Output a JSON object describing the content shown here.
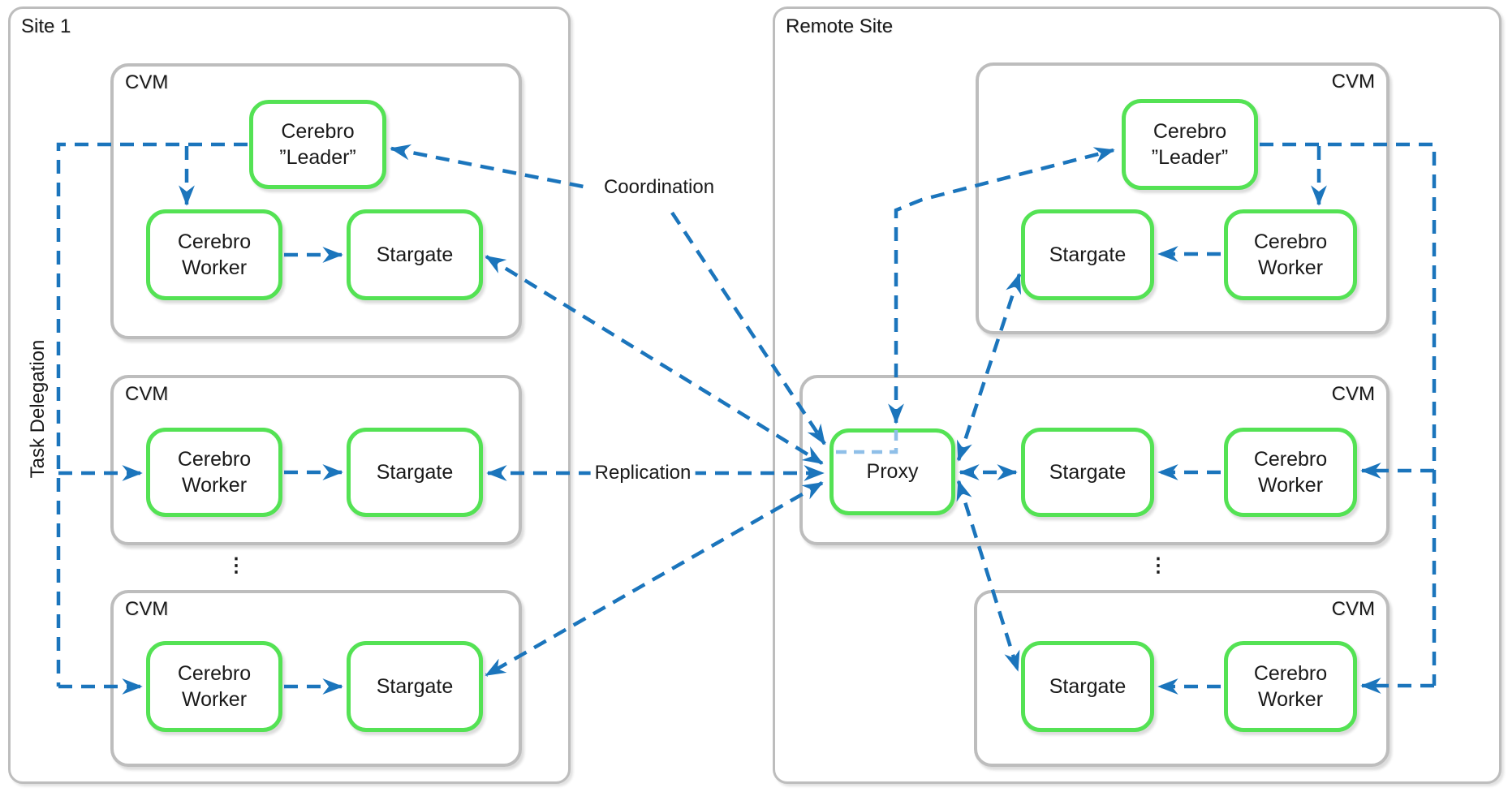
{
  "diagram": {
    "site1": {
      "label": "Site 1"
    },
    "remote_site": {
      "label": "Remote Site"
    },
    "cvm_label": "CVM",
    "components": {
      "cerebro_leader": "Cerebro\n”Leader”",
      "cerebro_worker": "Cerebro\nWorker",
      "stargate": "Stargate",
      "proxy": "Proxy"
    },
    "edge_labels": {
      "coordination": "Coordination",
      "replication": "Replication",
      "task_delegation": "Task Delegation"
    },
    "ellipsis": "⋮",
    "colors": {
      "component_border": "#54e254",
      "container_border": "#bdbdbd",
      "arrow_blue": "#1b75bc",
      "arrow_light_blue": "#8fbfe8",
      "text": "#1a1a1a"
    }
  }
}
